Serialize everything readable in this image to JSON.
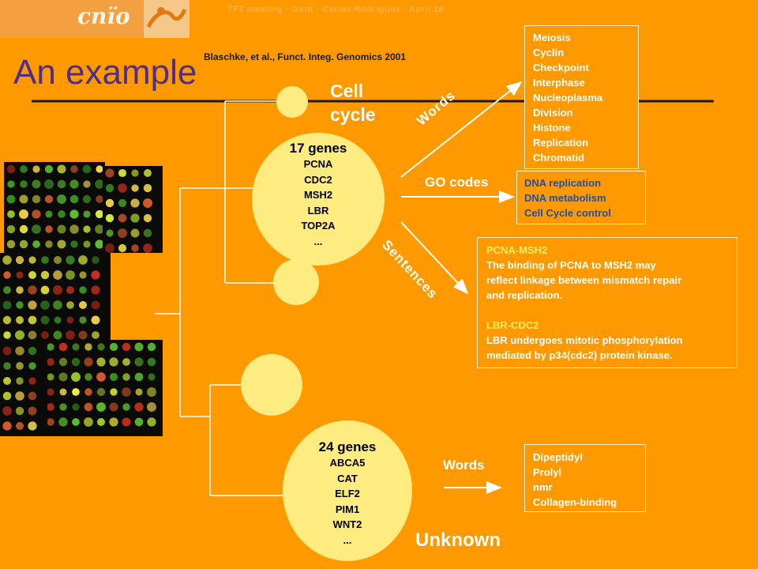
{
  "header": {
    "logo_text": "cnïo",
    "meeting_text": "TF2 meeting · Gent · Carlos Rodríguez · April 18"
  },
  "slide": {
    "title": "An example",
    "citation": "Blaschke, et al., Funct. Integ. Genomics  2001"
  },
  "cluster_top": {
    "category": "Cell cycle",
    "category_line1": "Cell",
    "category_line2": "cycle",
    "heading": "17 genes",
    "genes": [
      "PCNA",
      "CDC2",
      "MSH2",
      "LBR",
      "TOP2A",
      "..."
    ]
  },
  "cluster_bottom": {
    "category": "Unknown",
    "heading": "24 genes",
    "genes": [
      "ABCA5",
      "CAT",
      "ELF2",
      "PIM1",
      "WNT2",
      "..."
    ]
  },
  "arrows": {
    "words_top": "Words",
    "go_codes": "GO codes",
    "sentences": "Sentences",
    "words_bottom": "Words"
  },
  "boxes": {
    "words_top_list": [
      "Meiosis",
      "Cyclin",
      "Checkpoint",
      "Interphase",
      "Nucleoplasma",
      "Division",
      "Histone",
      "Replication",
      "Chromatid"
    ],
    "go_list": [
      "DNA replication",
      "DNA metabolism",
      "Cell Cycle control"
    ],
    "sentences": {
      "pair1": "PCNA-MSH2",
      "text1_lines": [
        "The binding of PCNA to MSH2 may",
        "reflect linkage between mismatch repair",
        "and replication."
      ],
      "pair2": "LBR-CDC2",
      "text2_lines": [
        "LBR undergoes mitotic phosphorylation",
        "mediated by p34(cdc2) protein kinase."
      ]
    },
    "words_bottom_list": [
      "Dipeptidyl",
      "Prolyl",
      "nmr",
      "Collagen-binding"
    ]
  },
  "colors": {
    "background": "#ff9900",
    "title": "#4d2e8a",
    "circle_fill": "#ffec80",
    "go_text": "#1a4fb5",
    "sentence_pair": "#ffee60"
  }
}
